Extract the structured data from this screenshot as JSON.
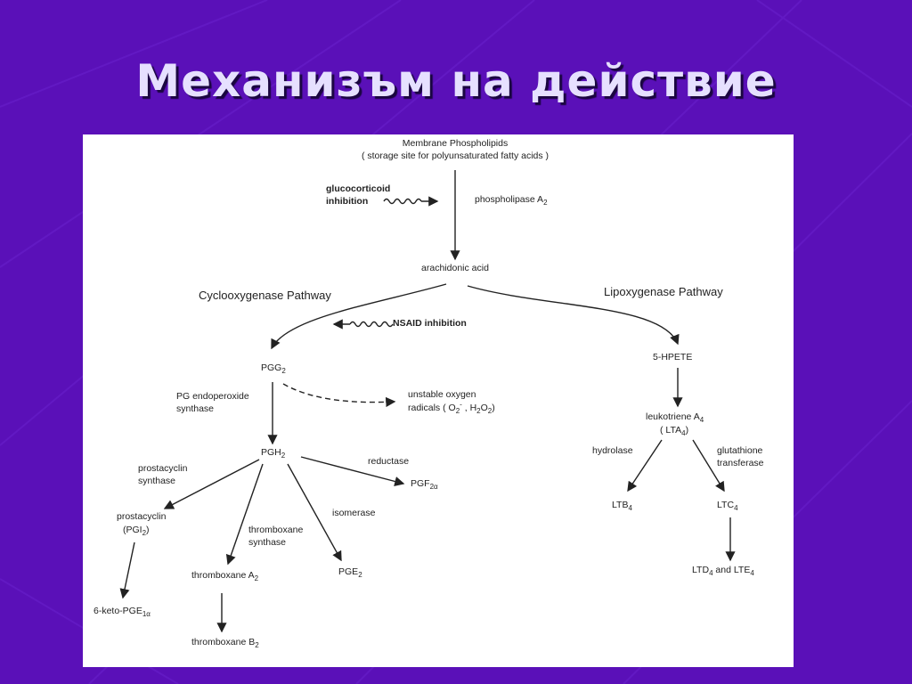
{
  "slide": {
    "title": "Механизъм на действие"
  },
  "diagram": {
    "membrane": "Membrane Phospholipids",
    "storage": "( storage site for polyunsaturated fatty acids )",
    "glucocorticoid": "glucocorticoid",
    "inhibition": "inhibition",
    "phospholipase": "phospholipase A",
    "phospholipase_sub": "2",
    "arachidonic": "arachidonic acid",
    "cox_pathway": "Cyclooxygenase Pathway",
    "lox_pathway": "Lipoxygenase Pathway",
    "nsaid": "NSAID inhibition",
    "pgg": "PGG",
    "pgg_sub": "2",
    "pg_endoperoxide": "PG endoperoxide",
    "synthase": "synthase",
    "unstable": "unstable oxygen",
    "radicals_pre": "radicals ( O",
    "radicals_sub1": "2",
    "radicals_sup": "-",
    "radicals_mid": " , H",
    "radicals_sub2": "2",
    "radicals_o": "O",
    "radicals_sub3": "2",
    "radicals_end": ")",
    "pgh": "PGH",
    "pgh_sub": "2",
    "reductase": "reductase",
    "pgf": "PGF",
    "pgf_sub": "2α",
    "prostacyclin_synthase_1": "prostacyclin",
    "prostacyclin_synthase_2": "synthase",
    "prostacyclin": "prostacyclin",
    "pgi_pre": "(PGI",
    "pgi_sub": "2",
    "pgi_end": ")",
    "thromboxane_synthase_1": "thromboxane",
    "thromboxane_synthase_2": "synthase",
    "isomerase": "isomerase",
    "thromboxane_a": "thromboxane A",
    "thromboxane_a_sub": "2",
    "pge": "PGE",
    "pge_sub": "2",
    "keto": "6-keto-PGE",
    "keto_sub": "1α",
    "thromboxane_b": "thromboxane B",
    "thromboxane_b_sub": "2",
    "hpete": "5-HPETE",
    "leukotriene": "leukotriene A",
    "leukotriene_sub": "4",
    "lta_pre": "( LTA",
    "lta_sub": "4",
    "lta_end": ")",
    "hydrolase": "hydrolase",
    "glutathione": "glutathione",
    "transferase": "transferase",
    "ltb": "LTB",
    "ltb_sub": "4",
    "ltc": "LTC",
    "ltc_sub": "4",
    "ltd": "LTD",
    "ltd_sub": "4",
    "and_lte": " and LTE",
    "lte_sub": "4"
  },
  "colors": {
    "background": "#5a10b8",
    "title": "#e6e0ff",
    "panel": "#ffffff",
    "ink": "#222222"
  }
}
